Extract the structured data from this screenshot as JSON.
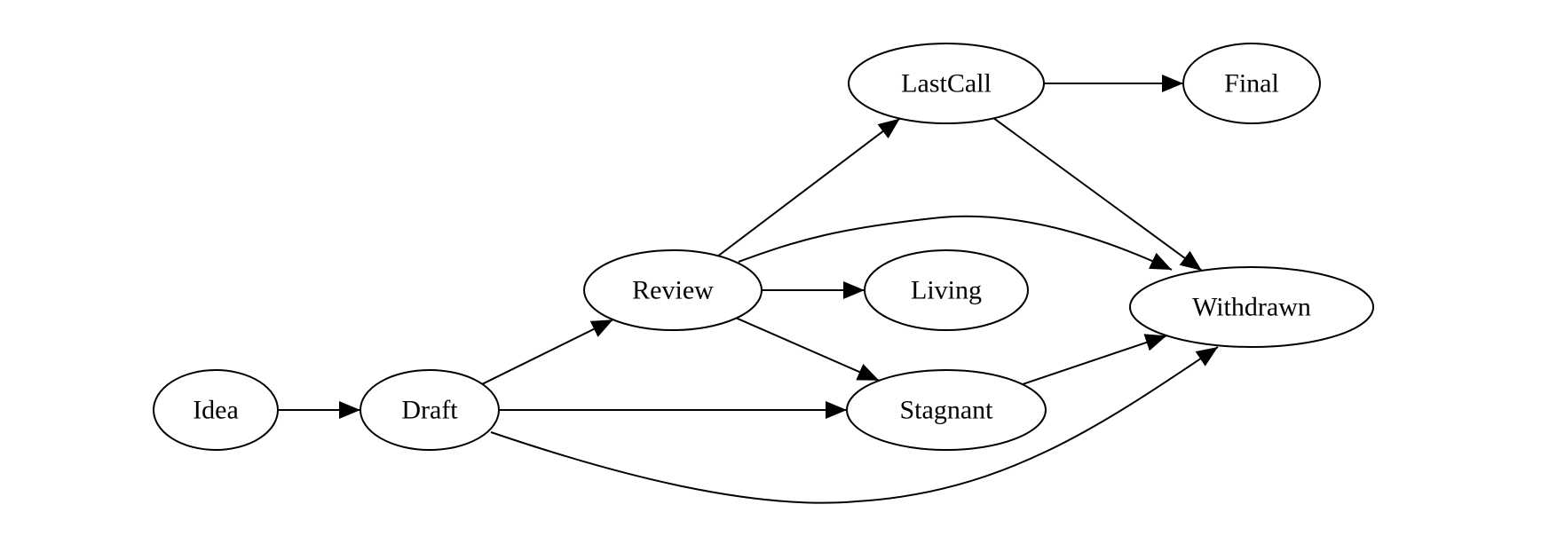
{
  "diagram": {
    "type": "directed-graph",
    "colors": {
      "background": "#ffffff",
      "stroke": "#000000",
      "node_fill": "#ffffff"
    },
    "nodes": [
      {
        "id": "idea",
        "label": "Idea"
      },
      {
        "id": "draft",
        "label": "Draft"
      },
      {
        "id": "review",
        "label": "Review"
      },
      {
        "id": "living",
        "label": "Living"
      },
      {
        "id": "lastcall",
        "label": "LastCall"
      },
      {
        "id": "final",
        "label": "Final"
      },
      {
        "id": "stagnant",
        "label": "Stagnant"
      },
      {
        "id": "withdrawn",
        "label": "Withdrawn"
      }
    ],
    "edges": [
      {
        "from": "idea",
        "to": "draft",
        "direction": "forward"
      },
      {
        "from": "draft",
        "to": "review",
        "direction": "forward"
      },
      {
        "from": "draft",
        "to": "stagnant",
        "direction": "both"
      },
      {
        "from": "draft",
        "to": "withdrawn",
        "direction": "forward"
      },
      {
        "from": "review",
        "to": "lastcall",
        "direction": "both"
      },
      {
        "from": "review",
        "to": "living",
        "direction": "both"
      },
      {
        "from": "review",
        "to": "stagnant",
        "direction": "forward"
      },
      {
        "from": "review",
        "to": "withdrawn",
        "direction": "forward"
      },
      {
        "from": "lastcall",
        "to": "final",
        "direction": "forward"
      },
      {
        "from": "lastcall",
        "to": "withdrawn",
        "direction": "forward"
      },
      {
        "from": "stagnant",
        "to": "withdrawn",
        "direction": "forward"
      }
    ]
  }
}
